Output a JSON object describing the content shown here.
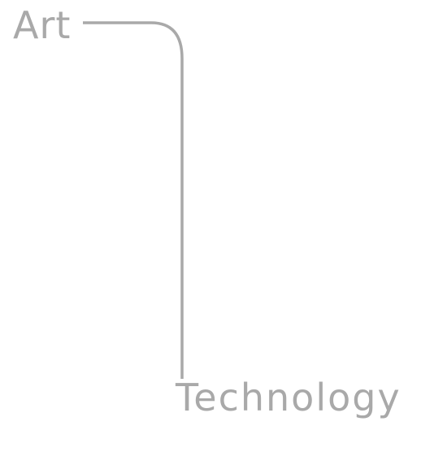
{
  "diagram": {
    "nodes": [
      {
        "id": "art",
        "label": "Art"
      },
      {
        "id": "technology",
        "label": "Technology"
      }
    ],
    "edges": [
      {
        "from": "art",
        "to": "technology"
      }
    ],
    "colors": {
      "text": "#a9a9a9",
      "line": "#a9a9a9",
      "background": "#ffffff"
    }
  }
}
